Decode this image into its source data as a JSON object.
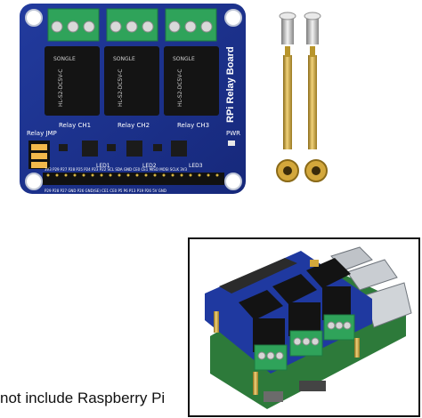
{
  "product": {
    "board_title": "RPi Relay Board",
    "relay_labels": [
      "Relay CH1",
      "Relay CH2",
      "Relay CH3"
    ],
    "led_labels": [
      "LED1",
      "LED2",
      "LED3"
    ],
    "jumper_label": "Relay JMP",
    "power_label": "PWR",
    "relay_brand": "SONGLE",
    "relay_model": "HL-S2-DC5V-C",
    "pin_row_top": "3V3 P29 P27 P28 P25 P24 P23 P22 SCL SDA GND CE0 CE1 MISO MOSI SCLK 3V3",
    "pin_row_bottom": "P29 P28 P27 GND P26 GND(SE) CE1 CE0 P5 P6 P13 P19 P26 5V GND"
  },
  "caption": "not include Raspberry Pi",
  "colors": {
    "pcb": "#1a2f8a",
    "terminal": "#2fa35a",
    "relay": "#141414",
    "brass": "#c9a43a",
    "frame": "#111111"
  }
}
